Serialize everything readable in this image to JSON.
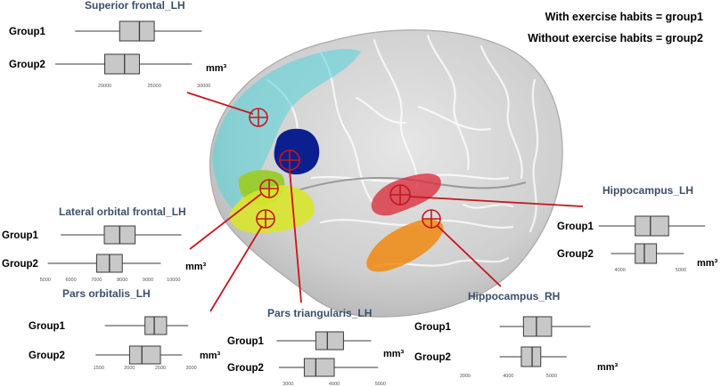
{
  "legend": {
    "group1": "With exercise habits = group1",
    "group2": "Without exercise habits = group2"
  },
  "unit": "mm³",
  "colors": {
    "title": "#3b4f6b",
    "marker": "#c8161d",
    "box_fill": "#c8c8c8",
    "box_stroke": "#3a3a3a",
    "brain": "#cfcfcf",
    "frontal": "#52d3dc",
    "pars_triangularis": "#0b1f8f",
    "lateral_orbital": "#9acd32",
    "pars_orbitalis": "#d8e62a",
    "hippocampus_lh": "#d9313e",
    "hippocampus_rh": "#f08a10"
  },
  "chart_data": [
    {
      "type": "box",
      "region": "Superior frontal_LH",
      "title": "Superior frontal_LH",
      "groups": [
        "Group1",
        "Group2"
      ],
      "ticks": [
        20000,
        25000,
        30000
      ],
      "xlim": [
        15000,
        33000
      ],
      "stats": [
        {
          "min": 17000,
          "q1": 21500,
          "median": 23500,
          "q3": 25000,
          "max": 29800
        },
        {
          "min": 15000,
          "q1": 20000,
          "median": 22000,
          "q3": 23500,
          "max": 28800
        }
      ]
    },
    {
      "type": "box",
      "region": "Lateral orbital frontal_LH",
      "title": "Lateral orbital frontal_LH",
      "groups": [
        "Group1",
        "Group2"
      ],
      "ticks": [
        5000,
        6000,
        7000,
        8000,
        9000,
        10000
      ],
      "xlim": [
        4800,
        10700
      ],
      "stats": [
        {
          "min": 5600,
          "q1": 7300,
          "median": 7900,
          "q3": 8500,
          "max": 10300
        },
        {
          "min": 5100,
          "q1": 7000,
          "median": 7500,
          "q3": 8000,
          "max": 9500
        }
      ]
    },
    {
      "type": "box",
      "region": "Pars orbitalis_LH",
      "title": "Pars orbitalis_LH",
      "groups": [
        "Group1",
        "Group2"
      ],
      "ticks": [
        1500,
        2000,
        2500,
        3000
      ],
      "xlim": [
        1200,
        3150
      ],
      "stats": [
        {
          "min": 1600,
          "q1": 2250,
          "median": 2400,
          "q3": 2600,
          "max": 2950
        },
        {
          "min": 1450,
          "q1": 2000,
          "median": 2200,
          "q3": 2500,
          "max": 2850
        }
      ]
    },
    {
      "type": "box",
      "region": "Pars triangularis_LH",
      "title": "Pars triangularis_LH",
      "groups": [
        "Group1",
        "Group2"
      ],
      "ticks": [
        3000,
        4000,
        5000
      ],
      "xlim": [
        2550,
        5100
      ],
      "stats": [
        {
          "min": 2750,
          "q1": 3600,
          "median": 3850,
          "q3": 4200,
          "max": 4800
        },
        {
          "min": 2800,
          "q1": 3350,
          "median": 3600,
          "q3": 4000,
          "max": 4950
        }
      ]
    },
    {
      "type": "box",
      "region": "Hippocampus_LH",
      "title": "Hippocampus_LH",
      "groups": [
        "Group1",
        "Group2"
      ],
      "ticks": [
        4000,
        5000
      ],
      "xlim": [
        3550,
        5500
      ],
      "stats": [
        {
          "min": 3650,
          "q1": 4250,
          "median": 4500,
          "q3": 4800,
          "max": 5400
        },
        {
          "min": 3850,
          "q1": 4250,
          "median": 4400,
          "q3": 4600,
          "max": 5050
        }
      ]
    },
    {
      "type": "box",
      "region": "Hippocampus_RH",
      "title": "Hippocampus_RH",
      "groups": [
        "Group1",
        "Group2"
      ],
      "ticks": [
        3000,
        4000,
        5000
      ],
      "xlim": [
        2550,
        6300
      ],
      "stats": [
        {
          "min": 3800,
          "q1": 4350,
          "median": 4650,
          "q3": 5000,
          "max": 5900
        },
        {
          "min": 3800,
          "q1": 4300,
          "median": 4550,
          "q3": 4750,
          "max": 5350
        }
      ]
    }
  ]
}
